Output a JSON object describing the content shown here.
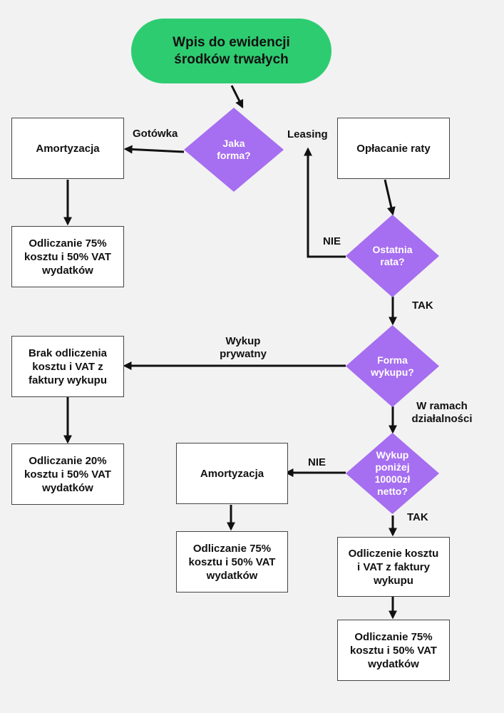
{
  "colors": {
    "start_fill": "#2ecc71",
    "decision_fill": "#a66ef0",
    "box_fill": "#ffffff",
    "arrow": "#111111",
    "background": "#f2f2f2"
  },
  "start": {
    "title": "Wpis do ewidencji środków trwałych"
  },
  "decisions": {
    "jaka_forma": "Jaka forma?",
    "ostatnia_rata": "Ostatnia rata?",
    "forma_wykupu": "Forma wykupu?",
    "wykup_ponizej": "Wykup poniżej 10000zł netto?"
  },
  "boxes": {
    "amortyzacja_1": "Amortyzacja",
    "odliczanie_1": "Odliczanie 75% kosztu i 50% VAT wydatków",
    "oplacanie_raty": "Opłacanie raty",
    "brak_odliczenia": "Brak odliczenia kosztu i VAT z faktury wykupu",
    "odliczanie_20": "Odliczanie 20% kosztu i 50% VAT wydatków",
    "amortyzacja_2": "Amortyzacja",
    "odliczanie_2": "Odliczanie 75% kosztu i 50% VAT wydatków",
    "odliczenie_faktury": "Odliczenie kosztu i VAT z faktury wykupu",
    "odliczanie_3": "Odliczanie 75% kosztu i 50% VAT wydatków"
  },
  "edge_labels": {
    "gotowka": "Gotówka",
    "leasing": "Leasing",
    "nie_1": "NIE",
    "tak_1": "TAK",
    "wykup_prywatny": "Wykup prywatny",
    "w_ramach": "W ramach działalności",
    "nie_2": "NIE",
    "tak_2": "TAK"
  }
}
